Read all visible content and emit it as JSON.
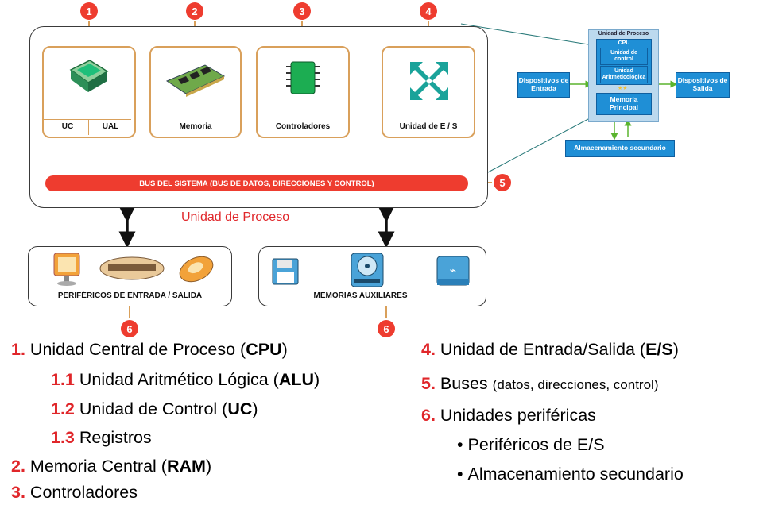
{
  "diagram": {
    "markers": [
      "1",
      "2",
      "3",
      "4",
      "5",
      "6"
    ],
    "components": {
      "uc": "UC",
      "ual": "UAL",
      "memory": "Memoria",
      "controllers": "Controladores",
      "io_unit": "Unidad de E / S"
    },
    "bus_label": "BUS DEL SISTEMA (BUS DE DATOS, DIRECCIONES Y CONTROL)",
    "process_unit_caption": "Unidad de Proceso",
    "peripherals_label": "PERIFÉRICOS DE ENTRADA / SALIDA",
    "aux_memory_label": "MEMORIAS AUXILIARES"
  },
  "mini_diagram": {
    "process_unit": "Unidad de Proceso",
    "cpu": "CPU",
    "control_unit": "Unidad de control",
    "alu": "Unidad Aritmeticológica",
    "main_memory": "Memoria Principal",
    "input_devices": "Dispositivos de Entrada",
    "output_devices": "Dispositivos de Salida",
    "secondary_storage": "Almacenamiento secundario"
  },
  "legend": {
    "l1_num": "1.",
    "l1_text": "Unidad Central de Proceso (",
    "l1_bold": "CPU",
    "l1_end": ")",
    "l11_num": "1.1",
    "l11_text": "Unidad Aritmético Lógica (",
    "l11_bold": "ALU",
    "l11_end": ")",
    "l12_num": "1.2",
    "l12_text": "Unidad de Control (",
    "l12_bold": "UC",
    "l12_end": ")",
    "l13_num": "1.3",
    "l13_text": "Registros",
    "l2_num": "2.",
    "l2_text": "Memoria Central (",
    "l2_bold": "RAM",
    "l2_end": ")",
    "l3_num": "3.",
    "l3_text": "Controladores",
    "l4_num": "4.",
    "l4_text": "Unidad de Entrada/Salida (",
    "l4_bold": "E/S",
    "l4_end": ")",
    "l5_num": "5.",
    "l5_text": "Buses",
    "l5_small": "(datos, direcciones, control)",
    "l6_num": "6.",
    "l6_text": "Unidades periféricas",
    "bullet1": "Periféricos de E/S",
    "bullet2": "Almacenamiento secundario"
  }
}
